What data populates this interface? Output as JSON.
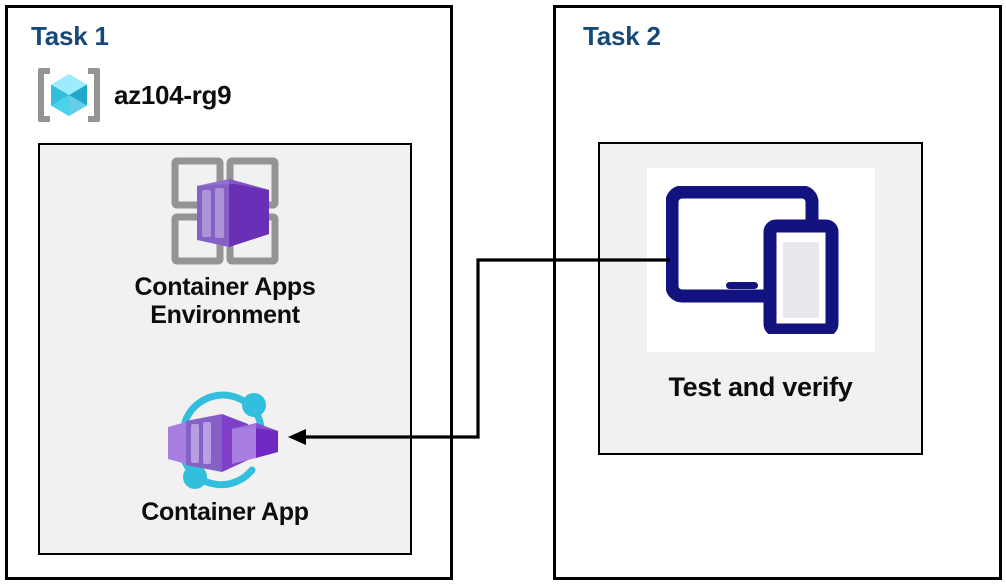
{
  "diagram": {
    "background_color": "#ffffff",
    "panel_color": "#f1f1f1",
    "border_color": "#000000",
    "title_color": "#15497a",
    "accent_purple": "#8661c5",
    "accent_cyan": "#32bedd",
    "accent_navy": "#13137f",
    "frame_gray": "#949494"
  },
  "task1": {
    "title": "Task 1",
    "resource_group": {
      "icon": "resource-group-icon",
      "label": "az104-rg9"
    },
    "resources": [
      {
        "icon": "container-apps-environment-icon",
        "label": "Container Apps\nEnvironment",
        "label_line1": "Container Apps",
        "label_line2": "Environment"
      },
      {
        "icon": "container-app-icon",
        "label": "Container App"
      }
    ]
  },
  "task2": {
    "title": "Task 2",
    "card": {
      "icon": "devices-test-icon",
      "label": "Test and verify"
    }
  },
  "connector": {
    "from": "Test and verify",
    "to": "Container App",
    "arrow_direction": "left",
    "style": "orthogonal-elbow"
  }
}
